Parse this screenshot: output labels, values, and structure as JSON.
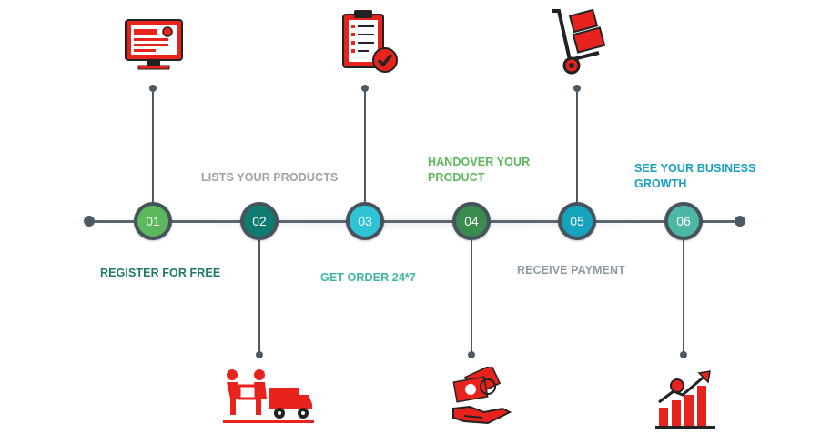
{
  "steps": [
    {
      "number": "01",
      "label": "REGISTER FOR FREE",
      "node_color": "#5cb85c",
      "label_color": "#1d7a6b",
      "icon": "registration-screen-icon"
    },
    {
      "number": "02",
      "label": "LISTS YOUR PRODUCTS",
      "node_color": "#0f7a70",
      "label_color": "#9aa3aa",
      "icon": "delivery-truck-icon"
    },
    {
      "number": "03",
      "label": "GET ORDER 24*7",
      "node_color": "#2ec4d6",
      "label_color": "#3fb7a2",
      "icon": "order-clipboard-icon"
    },
    {
      "number": "04",
      "label": "HANDOVER YOUR PRODUCT",
      "node_color": "#3a8b4e",
      "label_color": "#5cb85c",
      "icon": "hand-truck-icon"
    },
    {
      "number": "05",
      "label": "RECEIVE PAYMENT",
      "node_color": "#16a3bd",
      "label_color": "#8e99a1",
      "icon": "payment-hand-icon"
    },
    {
      "number": "06",
      "label": "SEE YOUR BUSINESS GROWTH",
      "node_color": "#4cb7a5",
      "label_color": "#169fc0",
      "icon": "growth-chart-icon"
    }
  ],
  "icon_color": "#e8231e"
}
